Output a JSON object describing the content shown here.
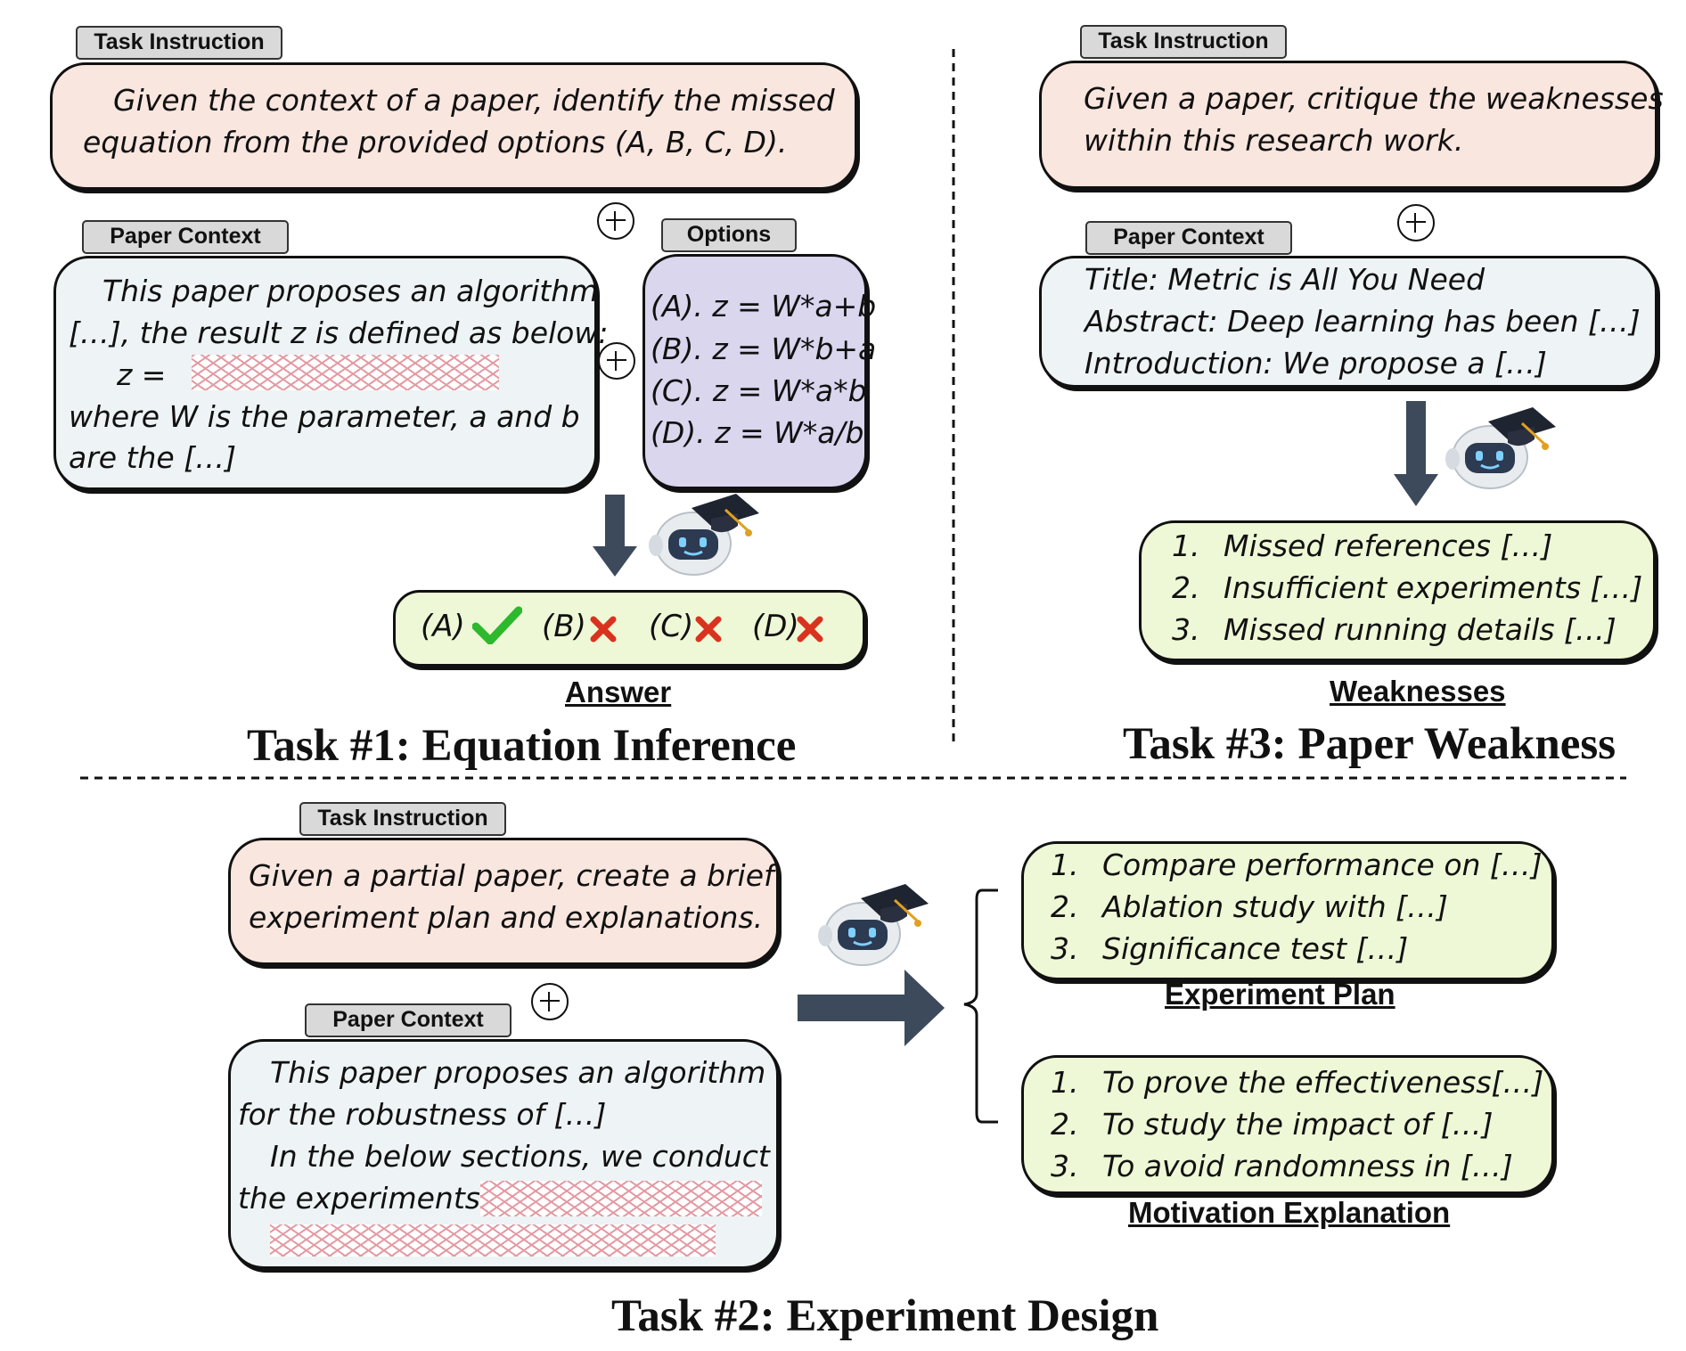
{
  "task1": {
    "instruction_tag": "Task Instruction",
    "instruction": [
      "Given the context of a paper, identify the missed",
      "equation from the provided options (A, B, C, D)."
    ],
    "context_tag": "Paper Context",
    "context": [
      "This paper proposes an algorithm",
      "[…], the result z is defined as below:",
      "z =",
      "where W is the parameter, a and b",
      "are the […]"
    ],
    "options_tag": "Options",
    "options": [
      "(A). z = W*a+b",
      "(B). z = W*b+a",
      "(C). z = W*a*b",
      "(D). z = W*a/b"
    ],
    "answers": [
      {
        "label": "(A)",
        "mark": "check-icon"
      },
      {
        "label": "(B)",
        "mark": "cross-icon"
      },
      {
        "label": "(C)",
        "mark": "cross-icon"
      },
      {
        "label": "(D)",
        "mark": "cross-icon"
      }
    ],
    "answer_label": "Answer",
    "title": "Task #1: Equation Inference"
  },
  "task3": {
    "instruction_tag": "Task Instruction",
    "instruction": [
      "Given a paper, critique the weaknesses",
      "within this research work."
    ],
    "context_tag": "Paper Context",
    "context": [
      "Title: Metric is All You Need",
      "Abstract: Deep learning has been […]",
      "Introduction: We propose a […]"
    ],
    "weaknesses": [
      {
        "num": "1.",
        "text": "Missed references […]"
      },
      {
        "num": "2.",
        "text": "Insufficient experiments […]"
      },
      {
        "num": "3.",
        "text": "Missed running details […]"
      }
    ],
    "weaknesses_label": "Weaknesses",
    "title": "Task #3: Paper Weakness"
  },
  "task2": {
    "instruction_tag": "Task Instruction",
    "instruction": [
      "Given a partial paper, create a brief",
      "experiment plan and explanations."
    ],
    "context_tag": "Paper Context",
    "context": [
      "This paper proposes an algorithm",
      "for the robustness of  […]",
      "In the below sections, we conduct",
      "the experiments"
    ],
    "plan": [
      {
        "num": "1.",
        "text": "Compare performance on […]"
      },
      {
        "num": "2.",
        "text": "Ablation study with […]"
      },
      {
        "num": "3.",
        "text": "Significance test […]"
      }
    ],
    "plan_label": "Experiment Plan",
    "motivation": [
      {
        "num": "1.",
        "text": "To prove the effectiveness[…]"
      },
      {
        "num": "2.",
        "text": "To study the impact of […]"
      },
      {
        "num": "3.",
        "text": "To avoid randomness in […]"
      }
    ],
    "motivation_label": "Motivation Explanation",
    "title": "Task #2: Experiment Design"
  },
  "colors": {
    "instruction_fill": "#f9e6df",
    "context_fill": "#eef3f5",
    "options_fill": "#d9d6ee",
    "output_fill": "#eef8d6",
    "arrow": "#3d4a5c",
    "check": "#2db82d",
    "cross": "#d9331f",
    "mask_hatch": "#e39aa3"
  }
}
